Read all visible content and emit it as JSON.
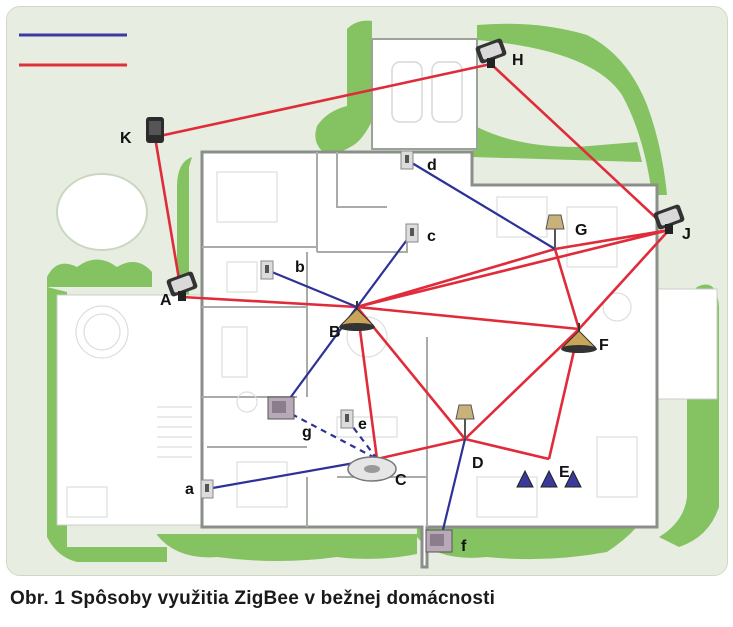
{
  "caption": "Obr. 1 Spôsoby využitia ZigBee v bežnej domácnosti",
  "colors": {
    "legend_blue": "#3a3aa0",
    "legend_red": "#e0303a",
    "link_blue": "#2e3296",
    "link_red": "#e02c3a",
    "lawn": "#e7ede0",
    "hedge": "#7fbf5e",
    "floor": "#ffffff"
  },
  "legend": [
    {
      "color": "#3a3aa0",
      "label": ""
    },
    {
      "color": "#e0303a",
      "label": ""
    }
  ],
  "nodes": [
    {
      "id": "A",
      "label": "A",
      "icon": "floodlight-icon"
    },
    {
      "id": "B",
      "label": "B",
      "icon": "ceiling-lamp-icon"
    },
    {
      "id": "C",
      "label": "C",
      "icon": "ceiling-fan-icon"
    },
    {
      "id": "D",
      "label": "D",
      "icon": "floor-lamp-icon"
    },
    {
      "id": "E",
      "label": "E",
      "icon": "spotlight-cluster-icon"
    },
    {
      "id": "F",
      "label": "F",
      "icon": "ceiling-lamp-icon"
    },
    {
      "id": "G",
      "label": "G",
      "icon": "floor-lamp-icon"
    },
    {
      "id": "H",
      "label": "H",
      "icon": "floodlight-icon"
    },
    {
      "id": "J",
      "label": "J",
      "icon": "floodlight-icon"
    },
    {
      "id": "K",
      "label": "K",
      "icon": "outdoor-lamp-icon"
    },
    {
      "id": "a",
      "label": "a",
      "icon": "wall-switch-icon"
    },
    {
      "id": "b",
      "label": "b",
      "icon": "wall-switch-icon"
    },
    {
      "id": "c",
      "label": "c",
      "icon": "wall-switch-icon"
    },
    {
      "id": "d",
      "label": "d",
      "icon": "wall-switch-icon"
    },
    {
      "id": "e",
      "label": "e",
      "icon": "wall-switch-icon"
    },
    {
      "id": "f",
      "label": "f",
      "icon": "controller-icon"
    },
    {
      "id": "g",
      "label": "g",
      "icon": "controller-icon"
    }
  ],
  "links_red": [
    [
      "K",
      "H"
    ],
    [
      "H",
      "J"
    ],
    [
      "K",
      "A"
    ],
    [
      "A",
      "B"
    ],
    [
      "B",
      "C"
    ],
    [
      "B",
      "D"
    ],
    [
      "B",
      "F"
    ],
    [
      "B",
      "G"
    ],
    [
      "C",
      "D"
    ],
    [
      "D",
      "F"
    ],
    [
      "D",
      "E"
    ],
    [
      "E",
      "F"
    ],
    [
      "F",
      "G"
    ],
    [
      "F",
      "J"
    ],
    [
      "G",
      "J"
    ],
    [
      "J",
      "B"
    ]
  ],
  "links_blue": [
    [
      "b",
      "B"
    ],
    [
      "c",
      "B"
    ],
    [
      "d",
      "G"
    ],
    [
      "g",
      "B"
    ],
    [
      "a",
      "C"
    ],
    [
      "f",
      "D"
    ]
  ],
  "links_blue_dashed": [
    [
      "g",
      "C"
    ],
    [
      "e",
      "C"
    ]
  ]
}
